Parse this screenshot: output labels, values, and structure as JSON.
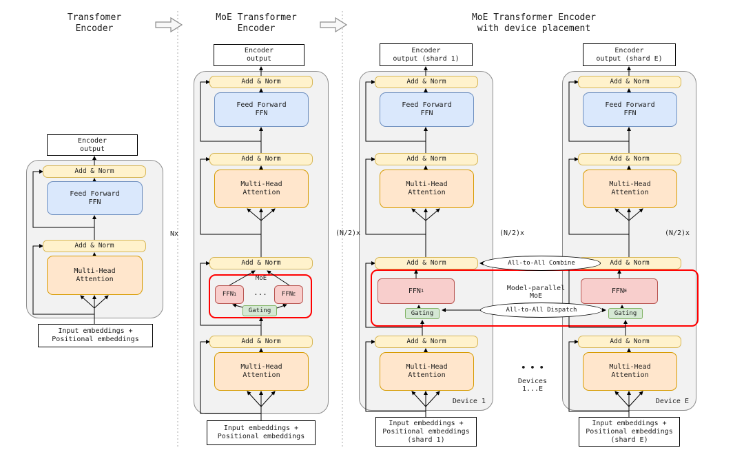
{
  "titles": {
    "col1": "Transfomer\nEncoder",
    "col2": "MoE Transformer\nEncoder",
    "col34": "MoE Transformer Encoder\nwith device placement"
  },
  "labels": {
    "add_norm": "Add & Norm",
    "feed_forward": "Feed Forward\nFFN",
    "multi_head": "Multi-Head\nAttention",
    "encoder_output": "Encoder\noutput",
    "encoder_output_shard1": "Encoder\noutput (shard 1)",
    "encoder_output_shardE": "Encoder\noutput (shard E)",
    "input_embeddings": "Input embeddings +\nPositional embeddings",
    "input_embeddings_shard1": "Input embeddings +\nPositional embeddings\n(shard 1)",
    "input_embeddings_shardE": "Input embeddings +\nPositional embeddings\n(shard E)",
    "nx": "Nx",
    "n_half_x": "(N/2)x",
    "moe": "MoE",
    "gating": "Gating",
    "ffn": "FFN",
    "sub1": "1",
    "subE": "E",
    "ellipsis": "...",
    "all_to_all_combine": "All-to-All Combine",
    "all_to_all_dispatch": "All-to-All Dispatch",
    "model_parallel_moe": "Model-parallel\nMoE",
    "devices_dots": "• • •",
    "devices_range": "Devices\n1...E",
    "device_1": "Device 1",
    "device_E": "Device E"
  },
  "colors": {
    "yellow-fill": "#FFF2CC",
    "yellow-border": "#D6B656",
    "blue-fill": "#DAE8FC",
    "blue-border": "#6C8EBF",
    "orange-fill": "#FFE6CC",
    "orange-border": "#D79B00",
    "pink-fill": "#F8CECC",
    "pink-border": "#B85450",
    "green-fill": "#D5E8D4",
    "green-border": "#82B366",
    "container-fill": "#F2F2F2",
    "container-border": "#8C8C8C",
    "moe-outline": "#FF0000"
  }
}
